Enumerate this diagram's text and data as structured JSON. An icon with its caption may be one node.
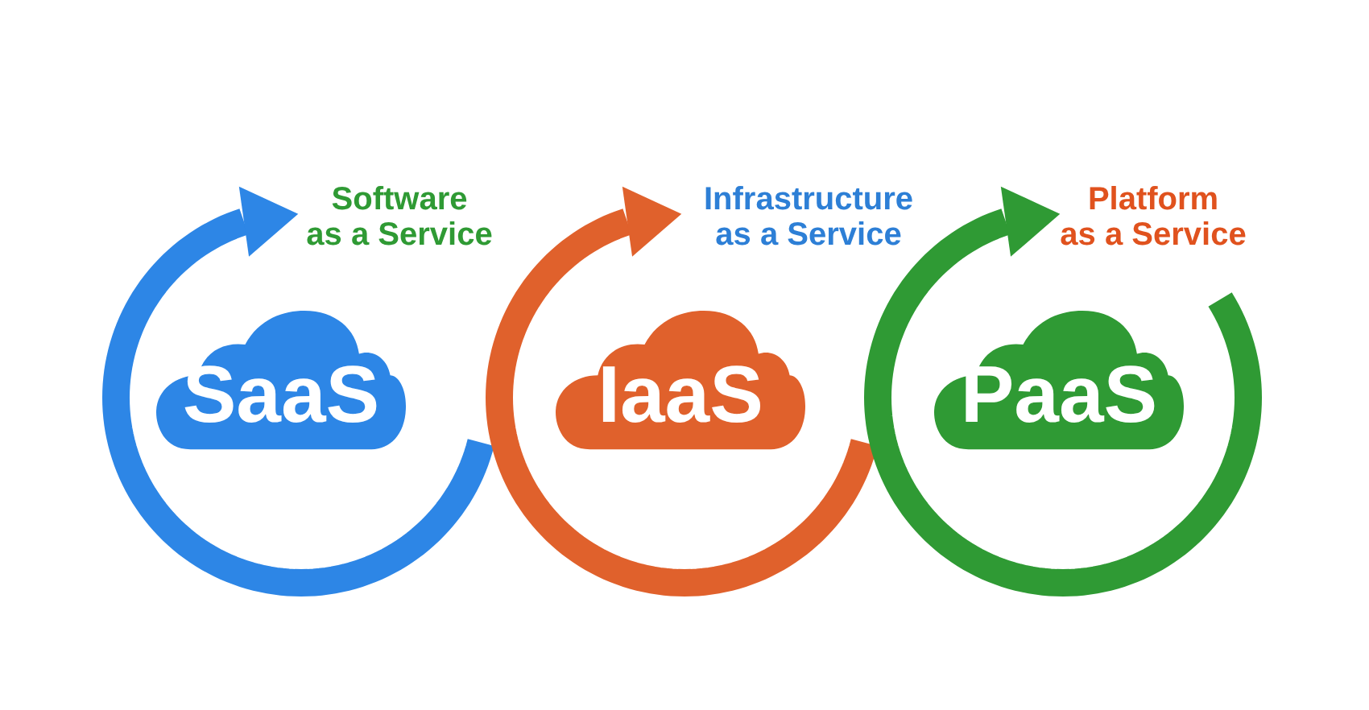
{
  "diagram": {
    "nodes": [
      {
        "text": [
          "SaaS"
        ],
        "beside": [
          "Software as a Service"
        ]
      },
      {
        "text": [
          "IaaS"
        ],
        "beside": [
          "Infrastructure as a Service"
        ]
      },
      {
        "text": [
          "PaaS"
        ],
        "beside": [
          "Platform as a Service"
        ]
      }
    ]
  }
}
